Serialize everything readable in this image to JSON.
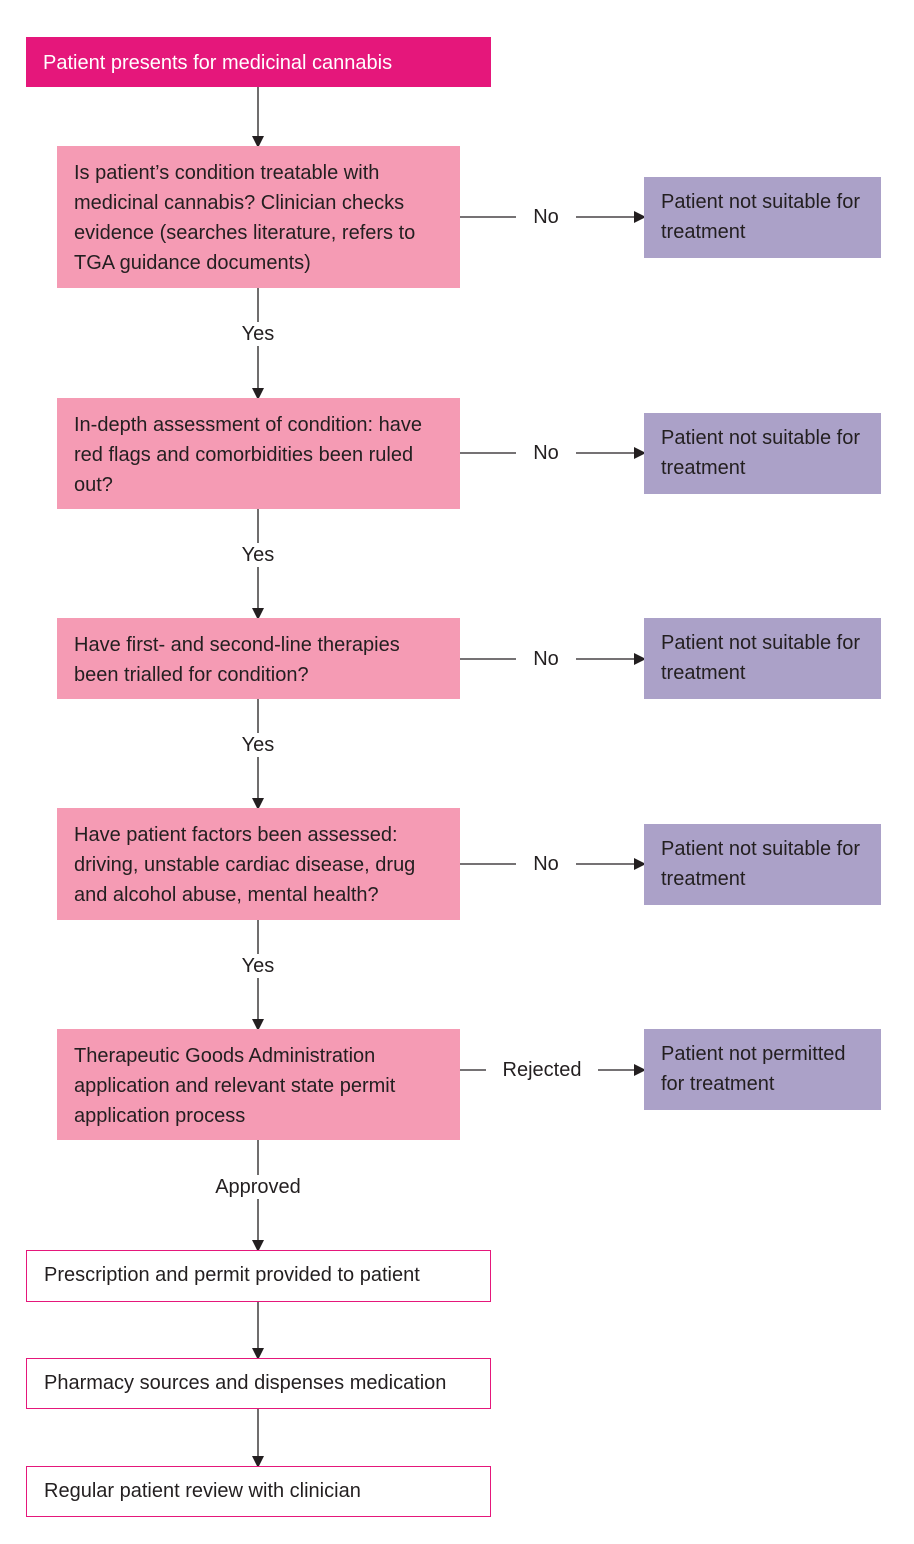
{
  "colors": {
    "start": "#e5177b",
    "decision": "#f59bb4",
    "outcome": "#aba1c8",
    "final_border": "#e5177b",
    "line": "#231f20"
  },
  "start": "Patient presents for medicinal cannabis",
  "steps": [
    {
      "question": "Is patient’s condition treatable with medicinal cannabis? Clinician checks evidence (searches literature, refers to TGA guidance documents)",
      "branch_label": "No",
      "outcome": "Patient not suitable for treatment",
      "next_label": "Yes"
    },
    {
      "question": "In-depth assessment of condition: have red flags and comorbidities been ruled out?",
      "branch_label": "No",
      "outcome": "Patient not suitable for treatment",
      "next_label": "Yes"
    },
    {
      "question": "Have first- and second-line therapies been trialled for condition?",
      "branch_label": "No",
      "outcome": "Patient not suitable for treatment",
      "next_label": "Yes"
    },
    {
      "question": "Have patient factors been assessed: driving, unstable cardiac disease, drug and alcohol abuse, mental health?",
      "branch_label": "No",
      "outcome": "Patient not suitable for treatment",
      "next_label": "Yes"
    },
    {
      "question": "Therapeutic Goods Administration application and relevant state permit application process",
      "branch_label": "Rejected",
      "outcome": "Patient not permitted for treatment",
      "next_label": "Approved"
    }
  ],
  "final_steps": [
    "Prescription and permit provided to patient",
    "Pharmacy sources and dispenses medication",
    "Regular patient review with clinician"
  ]
}
